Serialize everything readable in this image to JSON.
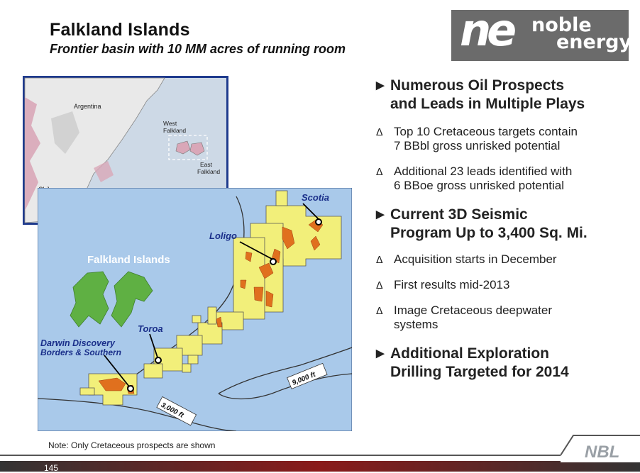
{
  "header": {
    "title": "Falkland Islands",
    "subtitle": "Frontier basin with 10 MM acres of running room"
  },
  "logo": {
    "mark": "ne",
    "line1": "noble",
    "line2": "energy"
  },
  "inset_map": {
    "labels": {
      "argentina": "Argentina",
      "west_falkland": "West\nFalkland",
      "east_falkland": "East\nFalkland",
      "chile": "Chile"
    }
  },
  "main_map": {
    "islands_label": "Falkland Islands",
    "prospects": {
      "scotia": "Scotia",
      "loligo": "Loligo",
      "toroa": "Toroa",
      "darwin_line1": "Darwin Discovery",
      "darwin_line2": "Borders & Southern"
    },
    "depths": {
      "deep": "9,000 ft",
      "shallow": "3,000 ft"
    },
    "colors": {
      "sea": "#a9c9ea",
      "block": "#f2ef7a",
      "prospect": "#e0701e",
      "land": "#5fb043"
    }
  },
  "bullets": [
    {
      "heading": "Numerous Oil Prospects and Leads in Multiple Plays",
      "heading_lines": [
        "Numerous Oil Prospects",
        "and Leads in Multiple Plays"
      ],
      "items": [
        {
          "lines": [
            "Top 10 Cretaceous targets contain",
            "7 BBbl gross unrisked potential"
          ]
        },
        {
          "lines": [
            "Additional 23 leads identified with",
            "6 BBoe gross unrisked potential"
          ]
        }
      ]
    },
    {
      "heading_lines": [
        "Current 3D Seismic",
        "Program Up to 3,400 Sq. Mi."
      ],
      "items": [
        {
          "lines": [
            "Acquisition starts in December"
          ]
        },
        {
          "lines": [
            "First results mid-2013"
          ]
        },
        {
          "lines": [
            "Image Cretaceous deepwater",
            "systems"
          ]
        }
      ]
    },
    {
      "heading_lines": [
        "Additional Exploration",
        "Drilling Targeted for 2014"
      ],
      "items": []
    }
  ],
  "footer": {
    "note": "Note: Only Cretaceous prospects are shown",
    "page_number": "145",
    "brand": "NBL"
  }
}
